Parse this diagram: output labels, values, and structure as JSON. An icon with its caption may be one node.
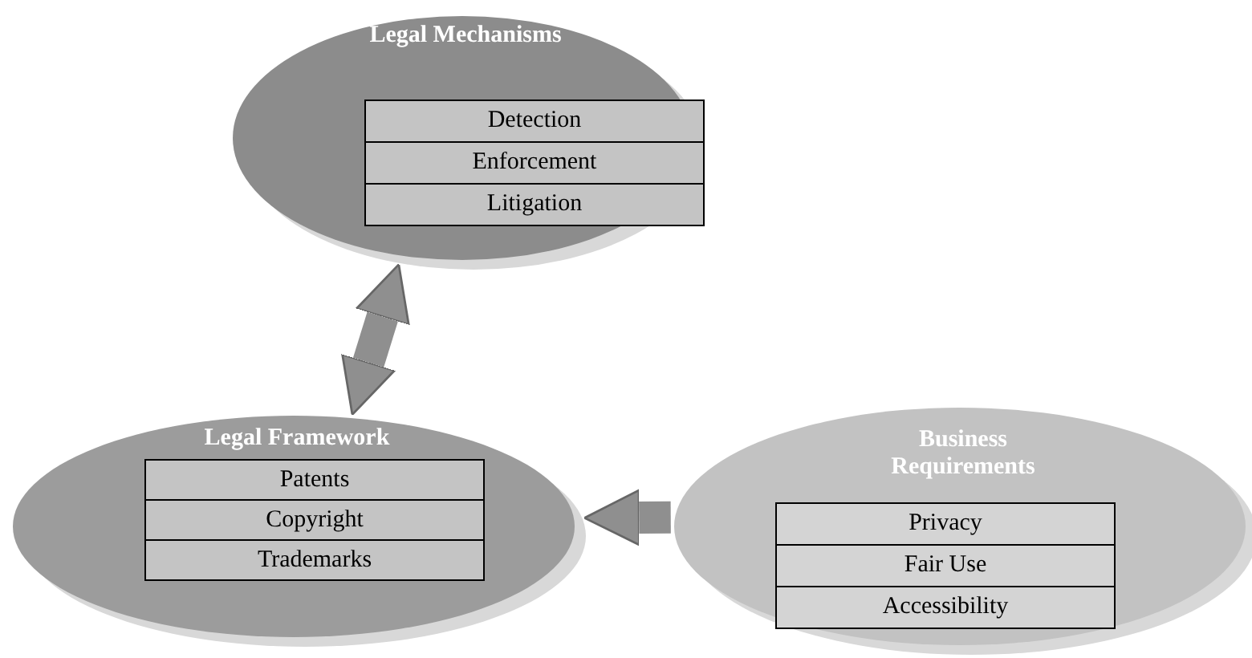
{
  "diagram": {
    "nodes": [
      {
        "text": [
          "Legal Mechanisms"
        ]
      },
      {
        "text": [
          "Detection"
        ],
        "in": 0
      },
      {
        "text": [
          "Enforcement"
        ],
        "in": 0
      },
      {
        "text": [
          "Litigation"
        ],
        "in": 0
      },
      {
        "text": [
          "Legal Framework"
        ]
      },
      {
        "text": [
          "Patents"
        ],
        "in": 4
      },
      {
        "text": [
          "Copyright"
        ],
        "in": 4
      },
      {
        "text": [
          "Trademarks"
        ],
        "in": 4
      },
      {
        "text": [
          "Business Requirements"
        ]
      },
      {
        "text": [
          "Privacy"
        ],
        "in": 8
      },
      {
        "text": [
          "Fair Use"
        ],
        "in": 8
      },
      {
        "text": [
          "Accessibility"
        ],
        "in": 8
      }
    ],
    "edges": [
      {
        "from": 4,
        "to": 0,
        "arrow": "both"
      },
      {
        "from": 8,
        "to": 4,
        "arrow": "to"
      }
    ]
  }
}
